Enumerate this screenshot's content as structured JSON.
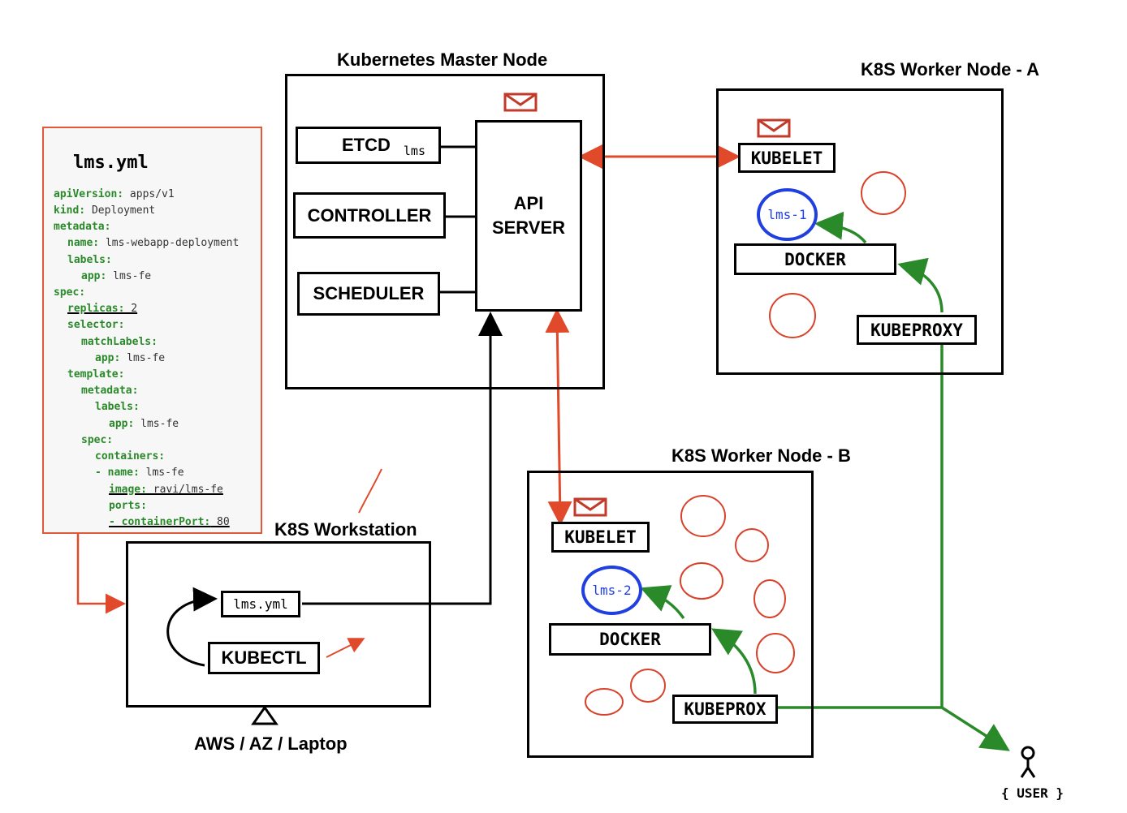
{
  "master": {
    "title": "Kubernetes Master Node",
    "etcd_label": "ETCD",
    "etcd_sub": "lms",
    "controller_label": "CONTROLLER",
    "scheduler_label": "SCHEDULER",
    "api_line1": "API",
    "api_line2": "SERVER"
  },
  "worker_a": {
    "title": "K8S Worker Node - A",
    "kubelet_label": "KUBELET",
    "docker_label": "DOCKER",
    "kubeproxy_label": "KUBEPROXY",
    "pod_label": "lms-1"
  },
  "worker_b": {
    "title": "K8S Worker Node - B",
    "kubelet_label": "KUBELET",
    "docker_label": "DOCKER",
    "kubeproxy_label": "KUBEPROX",
    "pod_label": "lms-2"
  },
  "workstation": {
    "title": "K8S Workstation",
    "file_label": "lms.yml",
    "kubectl_label": "KUBECTL",
    "host_label": "AWS / AZ / Laptop"
  },
  "yaml": {
    "filename": "lms.yml",
    "lines": [
      {
        "key": "apiVersion:",
        "value": " apps/v1"
      },
      {
        "key": "kind:",
        "value": " Deployment"
      },
      {
        "key": "metadata:",
        "value": ""
      },
      {
        "key": "name:",
        "value": " lms-webapp-deployment"
      },
      {
        "key": "labels:",
        "value": ""
      },
      {
        "key": "app:",
        "value": " lms-fe"
      },
      {
        "key": "spec:",
        "value": ""
      },
      {
        "key": "replicas:",
        "value": " 2"
      },
      {
        "key": "selector:",
        "value": ""
      },
      {
        "key": "matchLabels:",
        "value": ""
      },
      {
        "key": "app:",
        "value": " lms-fe"
      },
      {
        "key": "template:",
        "value": ""
      },
      {
        "key": "metadata:",
        "value": ""
      },
      {
        "key": "labels:",
        "value": ""
      },
      {
        "key": "app:",
        "value": " lms-fe"
      },
      {
        "key": "spec:",
        "value": ""
      },
      {
        "key": "containers:",
        "value": ""
      },
      {
        "key": "- name:",
        "value": " lms-fe"
      },
      {
        "key": "image:",
        "value": " ravi/lms-fe"
      },
      {
        "key": "ports:",
        "value": ""
      },
      {
        "key": "- containerPort:",
        "value": " 80"
      }
    ]
  },
  "user": {
    "label": "{ USER }"
  },
  "colors": {
    "api_link": "#e04a2a",
    "traffic": "#2a8a2a",
    "pod": "#1f3fe0",
    "container_circle": "#d8412a",
    "mail_icon": "#c23a2a"
  }
}
